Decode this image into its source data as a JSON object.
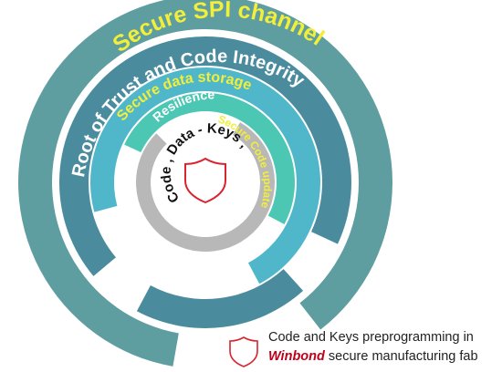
{
  "diagram": {
    "rings": [
      {
        "id": "spi",
        "label": "Secure SPI channel",
        "color": "#5f9ea0",
        "label_color": "#f2ee3a"
      },
      {
        "id": "rot",
        "label": "Root of Trust and Code Integrity",
        "color": "#4a8c9e",
        "label_color": "#ffffff"
      },
      {
        "id": "storage",
        "label": "Secure data storage",
        "color": "#4fb7c9",
        "label_color": "#f2ee3a"
      },
      {
        "id": "resilience",
        "label": "Resilience",
        "color": "#4cc7b4",
        "label_color": "#ffffff"
      },
      {
        "id": "update",
        "label": "Secure Code update",
        "color": "#b8b8b8",
        "label_color": "#f2ee3a"
      }
    ],
    "center_words": [
      "Code",
      "Data",
      "Keys"
    ],
    "center_icon": "shield-icon",
    "accent_red": "#d9232e"
  },
  "legend": {
    "icon": "shield-icon",
    "line1": "Code and Keys preprogramming in",
    "brand": "Winbond",
    "line2_rest": " secure manufacturing fab"
  }
}
